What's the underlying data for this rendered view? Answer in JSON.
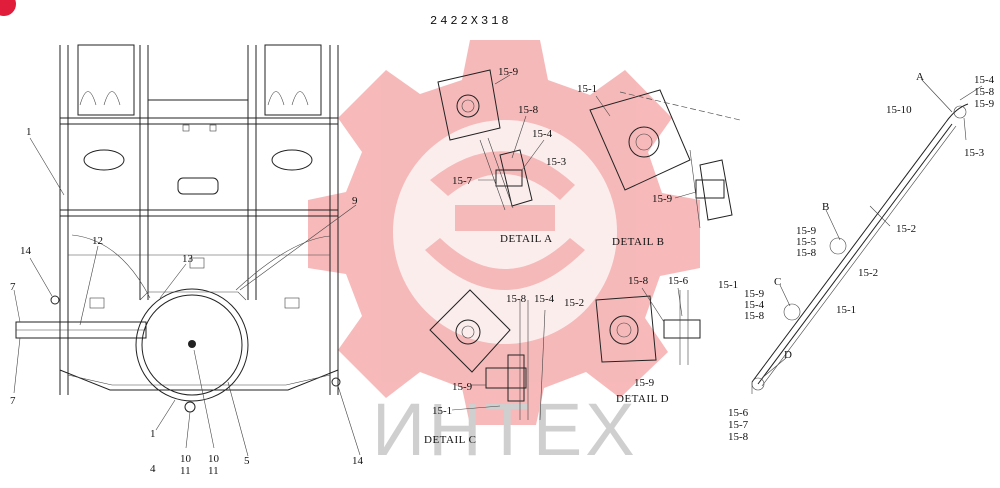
{
  "title": "2422X318",
  "watermark": {
    "text": "ИНТЕХ",
    "gear_color": "#f08080",
    "text_color": "#cfcfcf"
  },
  "badge_color": "#e01e3c",
  "main_view": {
    "labels": [
      "1",
      "14",
      "12",
      "13",
      "9",
      "7",
      "7",
      "1",
      "4",
      "10",
      "11",
      "10",
      "11",
      "5",
      "14"
    ]
  },
  "detail_a": {
    "title": "DETAIL A",
    "labels": [
      "15-9",
      "15-8",
      "15-4",
      "15-3",
      "15-7"
    ]
  },
  "detail_b": {
    "title": "DETAIL B",
    "labels": [
      "15-1",
      "15-9"
    ]
  },
  "detail_c": {
    "title": "DETAIL C",
    "labels": [
      "15-8",
      "15-4",
      "15-2",
      "15-9",
      "15-1"
    ]
  },
  "detail_d": {
    "title": "DETAIL D",
    "labels": [
      "15-8",
      "15-6",
      "15-1",
      "15-9"
    ]
  },
  "side_view": {
    "callouts": [
      "A",
      "B",
      "C",
      "D"
    ],
    "labels": [
      "15-4",
      "15-8",
      "15-9",
      "15-10",
      "15-3",
      "15-2",
      "15-9",
      "15-5",
      "15-8",
      "15-2",
      "15-1",
      "15-9",
      "15-4",
      "15-8",
      "15-1",
      "15-6",
      "15-7",
      "15-8"
    ]
  }
}
